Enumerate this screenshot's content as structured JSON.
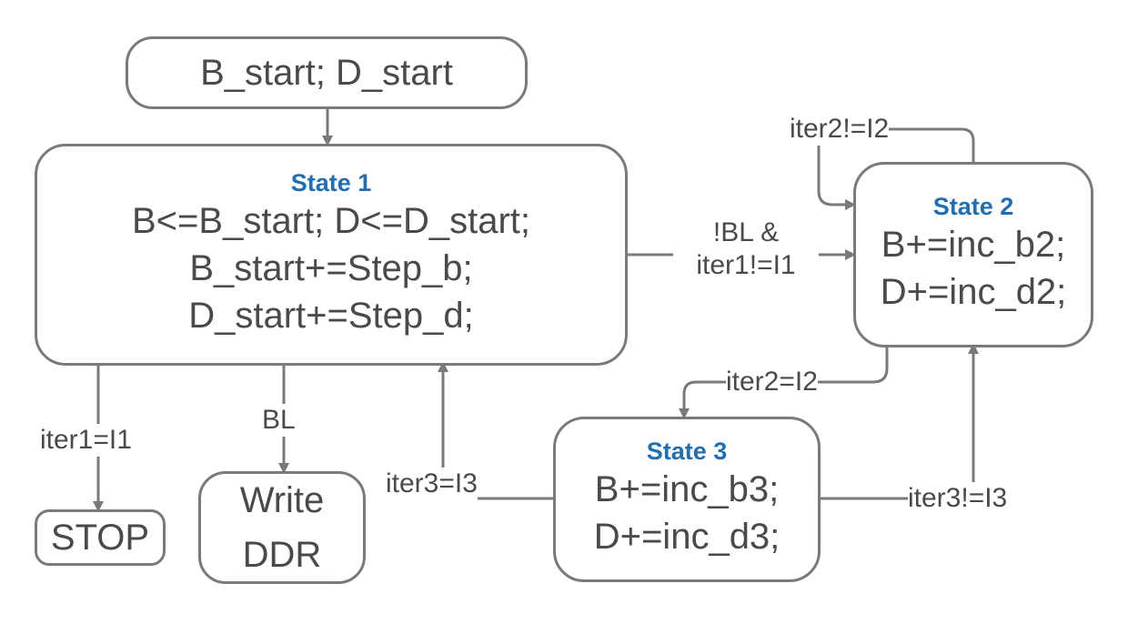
{
  "start": {
    "text": "B_start; D_start"
  },
  "state1": {
    "title": "State 1",
    "lines": [
      "B<=B_start; D<=D_start;",
      "B_start+=Step_b;",
      "D_start+=Step_d;"
    ]
  },
  "state2": {
    "title": "State 2",
    "lines": [
      "B+=inc_b2;",
      "D+=inc_d2;"
    ]
  },
  "state3": {
    "title": "State 3",
    "lines": [
      "B+=inc_b3;",
      "D+=inc_d3;"
    ]
  },
  "stop": {
    "text": "STOP"
  },
  "write": {
    "lines": [
      "Write",
      "DDR"
    ]
  },
  "edges": {
    "s1_to_s2": [
      "!BL &",
      "iter1!=I1"
    ],
    "s2_self": "iter2!=I2",
    "s2_to_s3": "iter2=I2",
    "s3_to_s2": "iter3!=I3",
    "s3_to_s1": "iter3=I3",
    "s1_to_stop": "iter1=I1",
    "s1_to_write": "BL"
  },
  "colors": {
    "state_title": "#1f6fb5",
    "border": "#7a7a7a",
    "text": "#4a4a4a"
  }
}
